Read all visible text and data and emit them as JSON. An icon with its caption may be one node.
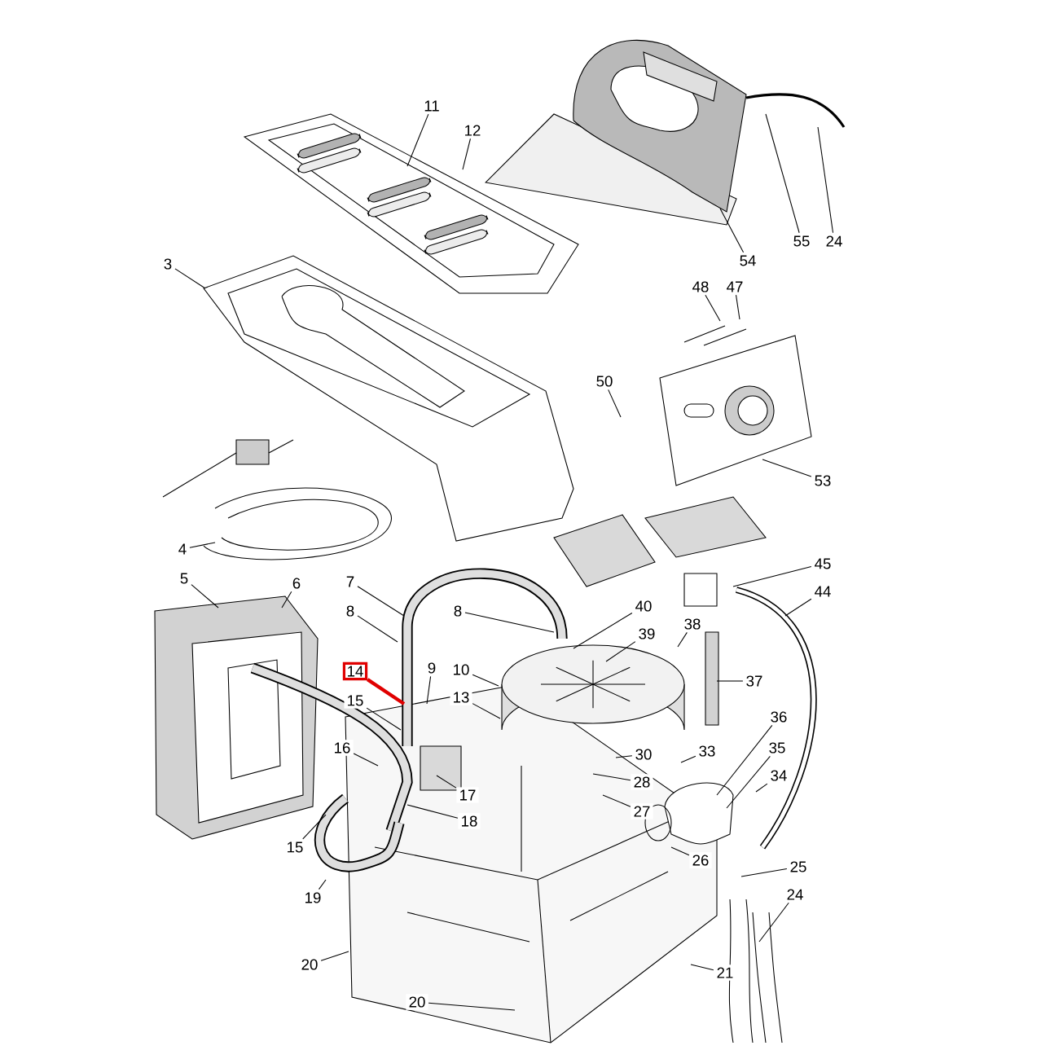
{
  "diagram": {
    "nodes": [
      {
        "text": [
          "11"
        ]
      },
      {
        "text": [
          "12"
        ]
      },
      {
        "text": [
          "54"
        ]
      },
      {
        "text": [
          "55"
        ]
      },
      {
        "text": [
          "24"
        ]
      },
      {
        "text": [
          "3"
        ]
      },
      {
        "text": [
          "48"
        ]
      },
      {
        "text": [
          "47"
        ]
      },
      {
        "text": [
          "50"
        ]
      },
      {
        "text": [
          "53"
        ]
      },
      {
        "text": [
          "4"
        ]
      },
      {
        "text": [
          "5"
        ]
      },
      {
        "text": [
          "6"
        ]
      },
      {
        "text": [
          "7"
        ]
      },
      {
        "text": [
          "45"
        ]
      },
      {
        "text": [
          "44"
        ]
      },
      {
        "text": [
          "8"
        ]
      },
      {
        "text": [
          "8"
        ]
      },
      {
        "text": [
          "40"
        ]
      },
      {
        "text": [
          "38"
        ]
      },
      {
        "text": [
          "39"
        ]
      },
      {
        "text": [
          "10"
        ]
      },
      {
        "text": [
          "9"
        ]
      },
      {
        "text": [
          "14"
        ]
      },
      {
        "text": [
          "37"
        ]
      },
      {
        "text": [
          "13"
        ]
      },
      {
        "text": [
          "15"
        ]
      },
      {
        "text": [
          "36"
        ]
      },
      {
        "text": [
          "16"
        ]
      },
      {
        "text": [
          "35"
        ]
      },
      {
        "text": [
          "34"
        ]
      },
      {
        "text": [
          "30"
        ]
      },
      {
        "text": [
          "33"
        ]
      },
      {
        "text": [
          "28"
        ]
      },
      {
        "text": [
          "17"
        ]
      },
      {
        "text": [
          "27"
        ]
      },
      {
        "text": [
          "18"
        ]
      },
      {
        "text": [
          "15"
        ]
      },
      {
        "text": [
          "26"
        ]
      },
      {
        "text": [
          "25"
        ]
      },
      {
        "text": [
          "24"
        ]
      },
      {
        "text": [
          "19"
        ]
      },
      {
        "text": [
          "20"
        ]
      },
      {
        "text": [
          "21"
        ]
      },
      {
        "text": [
          "20"
        ]
      }
    ],
    "edges": [
      {
        "from": 0,
        "to": null,
        "arrow": "none"
      },
      {
        "from": 1,
        "to": null,
        "arrow": "none"
      },
      {
        "from": 2,
        "to": null,
        "arrow": "none"
      },
      {
        "from": 3,
        "to": null,
        "arrow": "none"
      },
      {
        "from": 4,
        "to": null,
        "arrow": "none"
      },
      {
        "from": 5,
        "to": null,
        "arrow": "none"
      },
      {
        "from": 6,
        "to": null,
        "arrow": "none"
      },
      {
        "from": 7,
        "to": null,
        "arrow": "none"
      },
      {
        "from": 8,
        "to": null,
        "arrow": "none"
      },
      {
        "from": 9,
        "to": null,
        "arrow": "none"
      },
      {
        "from": 10,
        "to": null,
        "arrow": "none"
      },
      {
        "from": 11,
        "to": null,
        "arrow": "none"
      },
      {
        "from": 12,
        "to": null,
        "arrow": "none"
      },
      {
        "from": 13,
        "to": null,
        "arrow": "none"
      },
      {
        "from": 14,
        "to": null,
        "arrow": "none"
      },
      {
        "from": 15,
        "to": null,
        "arrow": "none"
      },
      {
        "from": 16,
        "to": null,
        "arrow": "none"
      },
      {
        "from": 17,
        "to": null,
        "arrow": "none"
      },
      {
        "from": 18,
        "to": null,
        "arrow": "none"
      },
      {
        "from": 19,
        "to": null,
        "arrow": "none"
      },
      {
        "from": 20,
        "to": null,
        "arrow": "none"
      },
      {
        "from": 21,
        "to": null,
        "arrow": "none"
      },
      {
        "from": 22,
        "to": null,
        "arrow": "none"
      },
      {
        "from": 23,
        "to": null,
        "arrow": "none",
        "style": "thick",
        "color": "#e00000"
      },
      {
        "from": 24,
        "to": null,
        "arrow": "none"
      },
      {
        "from": 25,
        "to": null,
        "arrow": "none"
      },
      {
        "from": 26,
        "to": null,
        "arrow": "none"
      },
      {
        "from": 27,
        "to": null,
        "arrow": "none"
      },
      {
        "from": 28,
        "to": null,
        "arrow": "none"
      },
      {
        "from": 29,
        "to": null,
        "arrow": "none"
      },
      {
        "from": 30,
        "to": null,
        "arrow": "none"
      },
      {
        "from": 31,
        "to": null,
        "arrow": "none"
      },
      {
        "from": 32,
        "to": null,
        "arrow": "none"
      },
      {
        "from": 33,
        "to": null,
        "arrow": "none"
      },
      {
        "from": 34,
        "to": null,
        "arrow": "none"
      },
      {
        "from": 35,
        "to": null,
        "arrow": "none"
      },
      {
        "from": 36,
        "to": null,
        "arrow": "none"
      },
      {
        "from": 37,
        "to": null,
        "arrow": "none"
      },
      {
        "from": 38,
        "to": null,
        "arrow": "none"
      },
      {
        "from": 39,
        "to": null,
        "arrow": "none"
      },
      {
        "from": 40,
        "to": null,
        "arrow": "none"
      },
      {
        "from": 41,
        "to": null,
        "arrow": "none"
      },
      {
        "from": 42,
        "to": null,
        "arrow": "none"
      },
      {
        "from": 43,
        "to": null,
        "arrow": "none"
      },
      {
        "from": 44,
        "to": null,
        "arrow": "none"
      }
    ]
  }
}
